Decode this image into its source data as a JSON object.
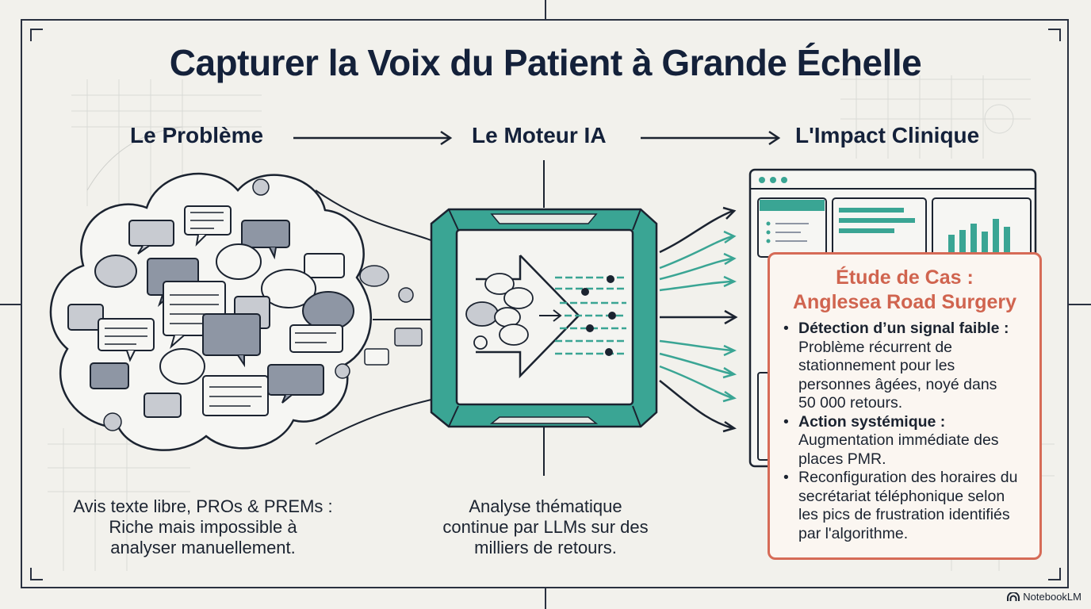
{
  "title": "Capturer la Voix du Patient à Grande Échelle",
  "columns": [
    {
      "heading": "Le Problème",
      "caption_lines": [
        "Avis texte libre, PROs & PREMs :",
        "Riche mais impossible à",
        "analyser manuellement."
      ]
    },
    {
      "heading": "Le Moteur IA",
      "caption_lines": [
        "Analyse thématique",
        "continue par LLMs sur des",
        "milliers de retours."
      ]
    },
    {
      "heading": "L'Impact Clinique"
    }
  ],
  "case_study": {
    "title_lines": [
      "Étude de Cas :",
      "Anglesea Road Surgery"
    ],
    "items": [
      {
        "heading": "Détection d’un signal faible :",
        "lines": [
          "Problème récurrent de",
          "stationnement pour les",
          "personnes âgées, noyé dans",
          "50 000 retours."
        ]
      },
      {
        "heading": "Action systémique :",
        "lines": [
          "Augmentation immédiate des",
          "places PMR."
        ]
      },
      {
        "heading": "",
        "lines": [
          "Reconfiguration des horaires du",
          "secrétariat téléphonique selon",
          "les pics de frustration identifiés",
          "par l'algorithme."
        ]
      }
    ]
  },
  "badge": {
    "label": "NotebookLM",
    "icon": "notebooklm-logo-icon"
  },
  "colors": {
    "teal": "#3aa594",
    "accent": "#d66b57",
    "navy": "#14213a",
    "bubble_dark": "#8e96a4",
    "bubble_light": "#c8cbd1"
  }
}
